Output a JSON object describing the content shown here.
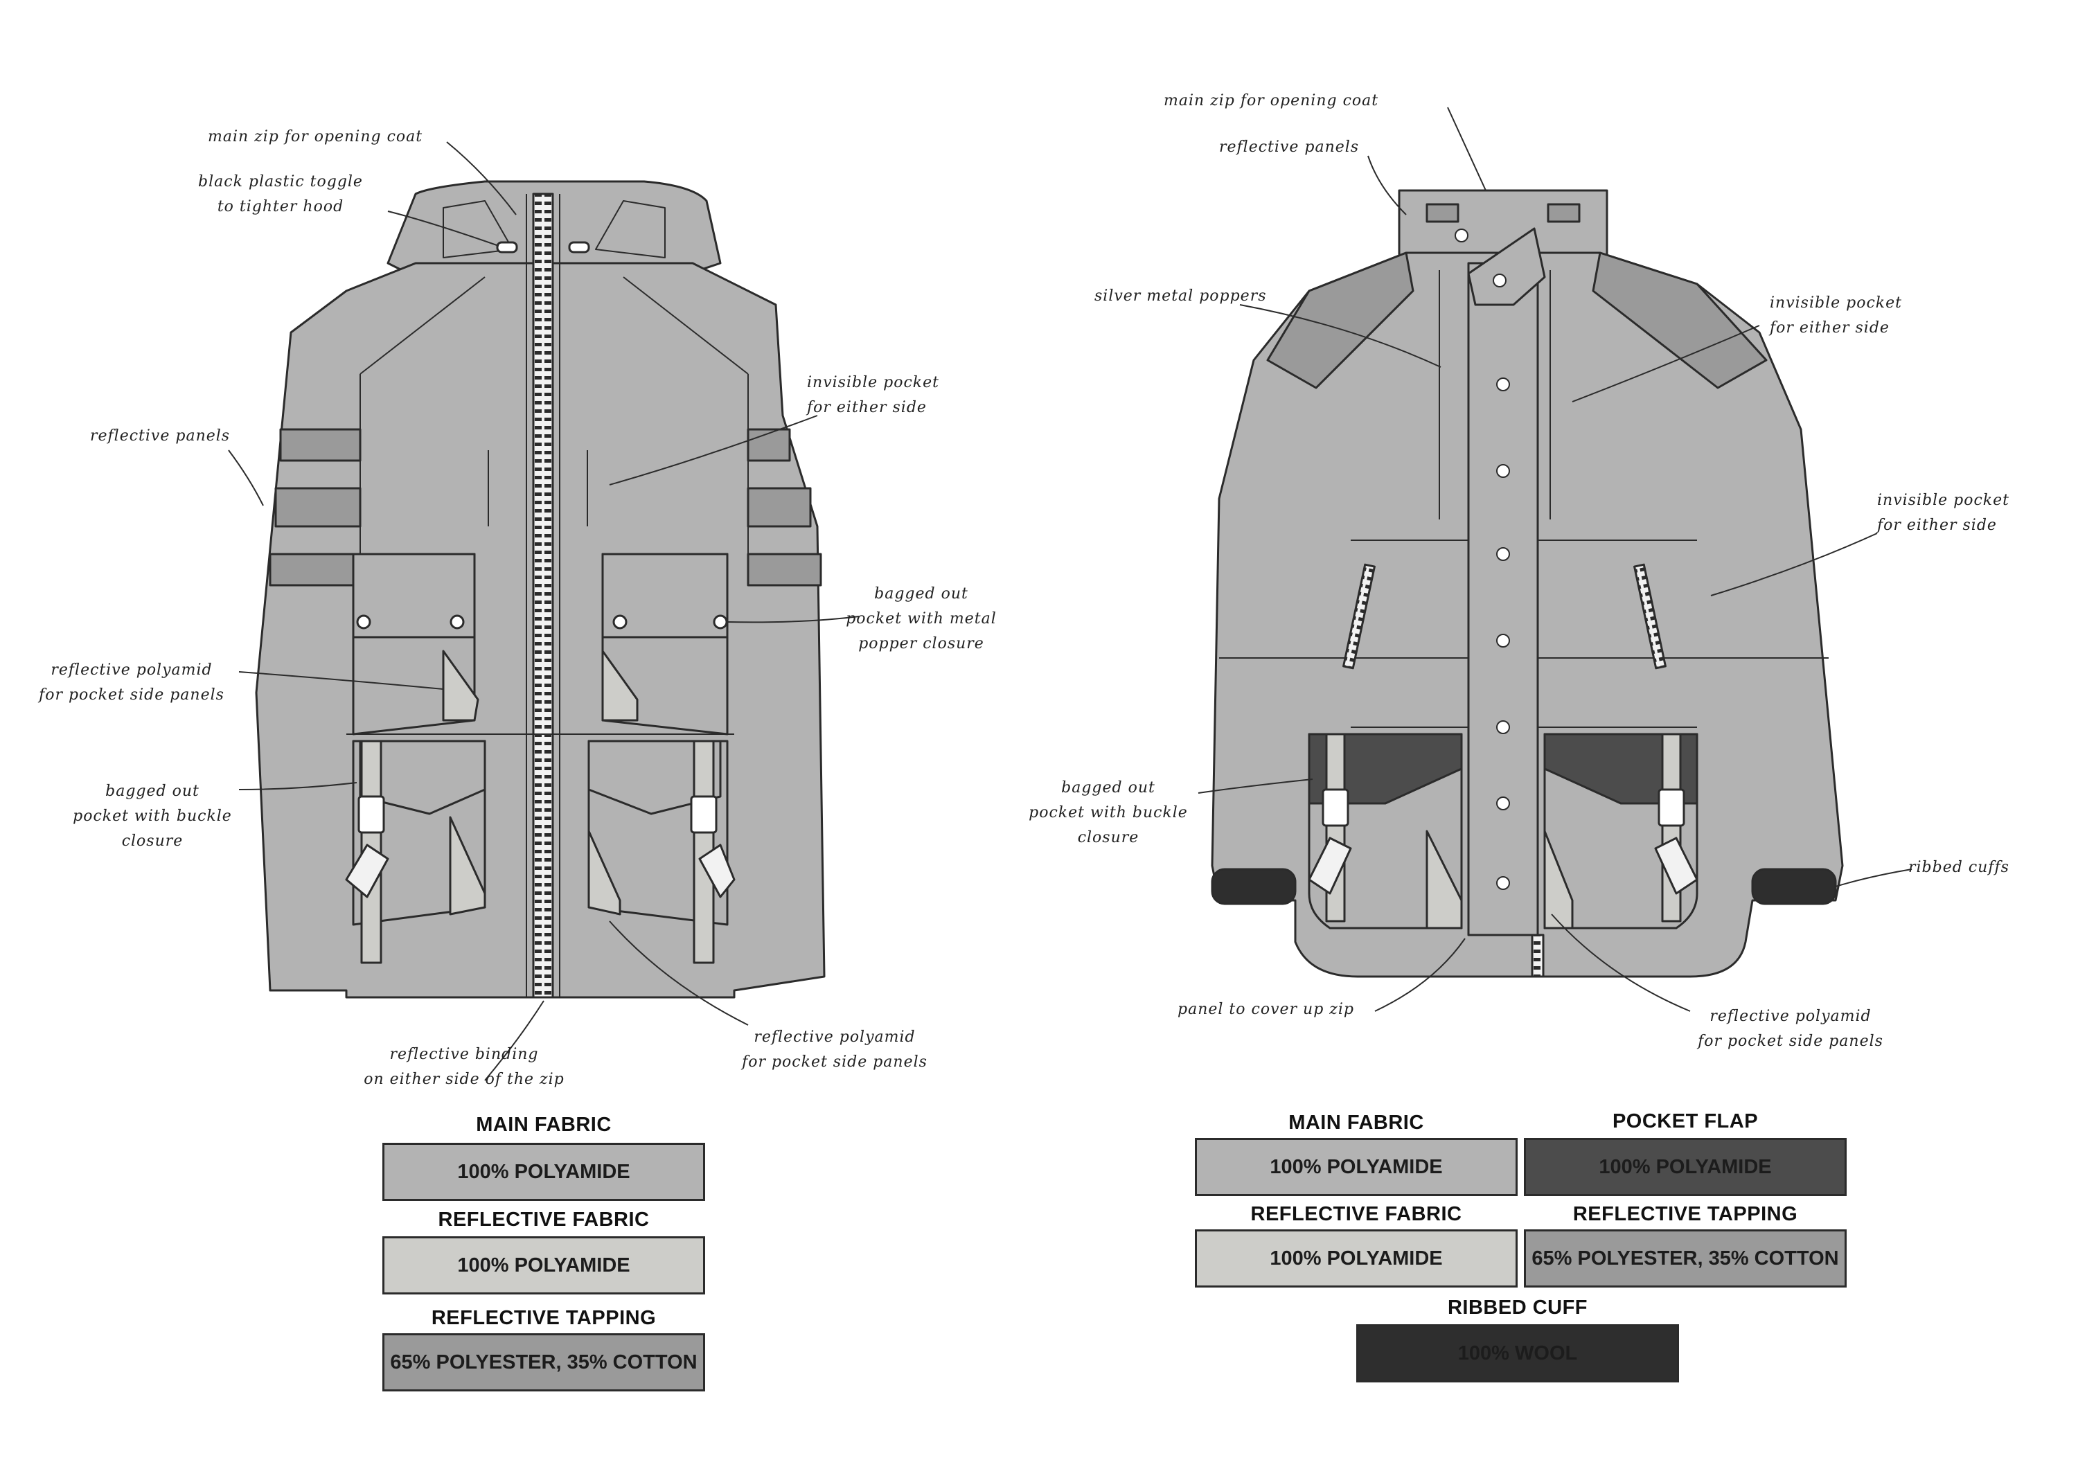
{
  "colors": {
    "main": "#b3b3b3",
    "reflective": "#cdcdc9",
    "tapping": "#9a9a9a",
    "pocket_flap": "#4c4c4c",
    "cuff": "#2e2e2e",
    "outline": "#2b2b2b"
  },
  "left_coat": {
    "annotations": {
      "main_zip": "main zip for opening coat",
      "toggle": "black plastic toggle\nto tighter hood",
      "reflective_panels": "reflective panels",
      "invisible_pocket": "invisible pocket\nfor either side",
      "bagged_popper": "bagged out\npocket with metal\npopper closure",
      "reflective_polyamid_left": "reflective polyamid\nfor pocket side panels",
      "bagged_buckle": "bagged out\npocket with buckle\nclosure",
      "reflective_binding": "reflective binding\non either side of the zip",
      "reflective_polyamid_bottom": "reflective polyamid\nfor pocket side panels"
    },
    "swatches": [
      {
        "label": "MAIN FABRIC",
        "value": "100% POLYAMIDE",
        "color": "#b3b3b3"
      },
      {
        "label": "REFLECTIVE FABRIC",
        "value": "100% POLYAMIDE",
        "color": "#cdcdc9"
      },
      {
        "label": "REFLECTIVE TAPPING",
        "value": "65% POLYESTER, 35% COTTON",
        "color": "#9a9a9a"
      }
    ]
  },
  "right_coat": {
    "annotations": {
      "main_zip": "main zip for opening coat",
      "reflective_panels": "reflective panels",
      "silver_poppers": "silver metal poppers",
      "invisible_pocket_top": "invisible pocket\nfor either side",
      "invisible_pocket_mid": "invisible pocket\nfor either side",
      "bagged_buckle": "bagged out\npocket with buckle\nclosure",
      "ribbed_cuffs": "ribbed cuffs",
      "panel_zip": "panel to cover up zip",
      "reflective_polyamid": "reflective polyamid\nfor pocket side panels"
    },
    "swatches": [
      {
        "label": "MAIN FABRIC",
        "value": "100% POLYAMIDE",
        "color": "#b3b3b3"
      },
      {
        "label": "POCKET FLAP",
        "value": "100% POLYAMIDE",
        "color": "#4c4c4c"
      },
      {
        "label": "REFLECTIVE FABRIC",
        "value": "100% POLYAMIDE",
        "color": "#cdcdc9"
      },
      {
        "label": "REFLECTIVE TAPPING",
        "value": "65% POLYESTER, 35% COTTON",
        "color": "#9a9a9a"
      },
      {
        "label": "RIBBED CUFF",
        "value": "100% WOOL",
        "color": "#2e2e2e"
      }
    ]
  }
}
